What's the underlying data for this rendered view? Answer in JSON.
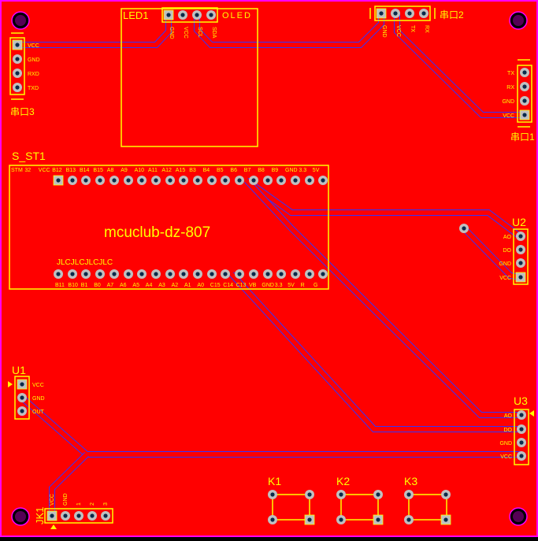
{
  "colors": {
    "copper": "#ff0000",
    "board_edge": "#ff00ff",
    "trace_outline": "#3333ff",
    "silkscreen": "#ffff00",
    "pad_fill": "#c0c0c0",
    "hole": "#0a2a4a",
    "mount_hole": "#550055",
    "background": "#000000"
  },
  "board": {
    "title": "mcuclub-dz-807",
    "components": {
      "led1": {
        "ref": "LED1",
        "name": "OLED",
        "pin_labels": [
          "GND",
          "VCC",
          "SCL",
          "SDA"
        ]
      },
      "serial2": {
        "ref": "串口2",
        "pin_labels": [
          "GND",
          "VCC",
          "TX",
          "RX"
        ]
      },
      "serial3": {
        "ref": "串口3",
        "pin_labels": [
          "VCC",
          "GND",
          "RXD",
          "TXD"
        ]
      },
      "serial1": {
        "ref": "串口1",
        "pin_labels": [
          "TX",
          "RX",
          "GND",
          "VCC"
        ]
      },
      "mcu": {
        "ref": "S_ST1",
        "bottom_label": "JLCJLCJLCJLC",
        "top_pin_labels": [
          "STM",
          "32",
          "VCC",
          "B12",
          "B13",
          "B14",
          "B15",
          "A8",
          "A9",
          "A10",
          "A11",
          "A12",
          "A15",
          "B3",
          "B4",
          "B5",
          "B6",
          "B7",
          "B8",
          "B9",
          "GND",
          "3.3",
          "5V"
        ],
        "bottom_pin_labels": [
          "B11",
          "B10",
          "B1",
          "B0",
          "A7",
          "A6",
          "A5",
          "A4",
          "A3",
          "A2",
          "A1",
          "A0",
          "C15",
          "C14",
          "C13",
          "VB",
          "GND",
          "3.3",
          "5V",
          "R",
          "G"
        ]
      },
      "u2": {
        "ref": "U2",
        "pin_labels": [
          "AO",
          "DO",
          "GND",
          "VCC"
        ]
      },
      "u3": {
        "ref": "U3",
        "pin_labels": [
          "AO",
          "DO",
          "GND",
          "VCC"
        ]
      },
      "u1": {
        "ref": "U1",
        "pin_labels": [
          "VCC",
          "GND",
          "OUT"
        ]
      },
      "jk1": {
        "ref": "JK1",
        "pin_labels": [
          "VCC",
          "GND",
          "1",
          "2",
          "3"
        ]
      },
      "k1": {
        "ref": "K1"
      },
      "k2": {
        "ref": "K2"
      },
      "k3": {
        "ref": "K3"
      }
    }
  }
}
